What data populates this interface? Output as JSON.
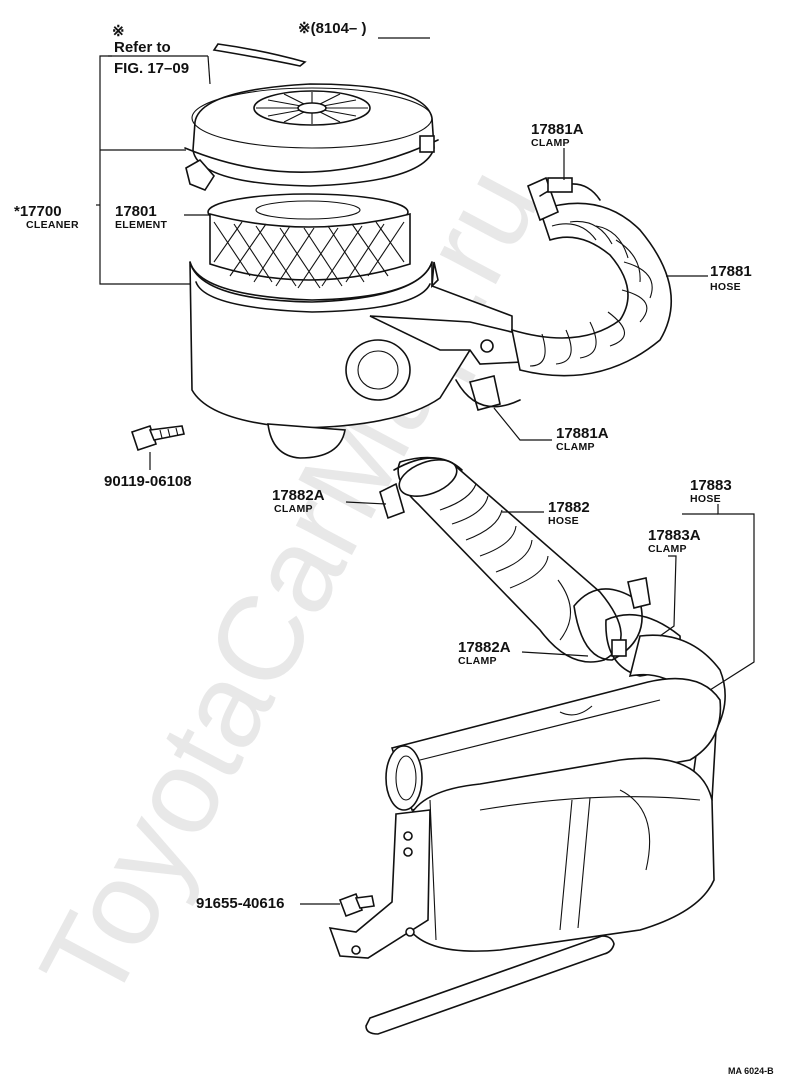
{
  "watermark": "ToyotaCarMap.ru",
  "header": {
    "serial_note": "※(8104–         )",
    "refer_mark": "※",
    "refer_line1": "Refer to",
    "refer_line2": "FIG. 17–09"
  },
  "parts": {
    "cleaner": {
      "number": "*17700",
      "name": "CLEANER"
    },
    "element": {
      "number": "17801",
      "name": "ELEMENT"
    },
    "clamp_upper": {
      "number": "17881A",
      "name": "CLAMP"
    },
    "hose_upper": {
      "number": "17881",
      "name": "HOSE"
    },
    "clamp_lower": {
      "number": "17881A",
      "name": "CLAMP"
    },
    "bolt": {
      "number": "90119-06108"
    },
    "clamp_882a_top": {
      "number": "17882A",
      "name": "CLAMP"
    },
    "hose_882": {
      "number": "17882",
      "name": "HOSE"
    },
    "hose_883": {
      "number": "17883",
      "name": "HOSE"
    },
    "clamp_883a": {
      "number": "17883A",
      "name": "CLAMP"
    },
    "clamp_882a_bottom": {
      "number": "17882A",
      "name": "CLAMP"
    },
    "screw": {
      "number": "91655-40616"
    }
  },
  "figure_code": "MA 6024-B"
}
